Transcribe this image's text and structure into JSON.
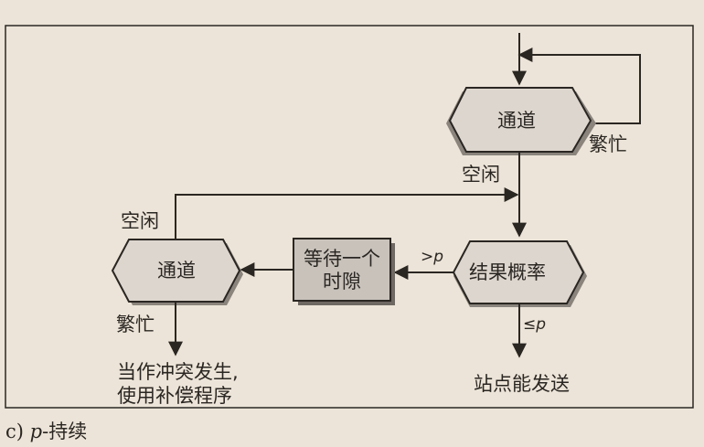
{
  "nodes": {
    "channel_top": "通道",
    "channel_left": "通道",
    "wait_slot_line1": "等待一个",
    "wait_slot_line2": "时隙",
    "result_prob": "结果概率"
  },
  "edges": {
    "busy_top": "繁忙",
    "idle_top": "空闲",
    "idle_left": "空闲",
    "busy_left": "繁忙",
    "gt_p": ">p",
    "le_p": "≤p"
  },
  "outcomes": {
    "collision_line1": "当作冲突发生,",
    "collision_line2": "使用补偿程序",
    "station_send": "站点能发送"
  },
  "caption": {
    "prefix": "c)",
    "variable": "p",
    "suffix": "-持续"
  },
  "colors": {
    "background": "#ece4d8",
    "hexagon_fill": "#ddd6ce",
    "box_fill": "#c8c2bb",
    "line": "#2a2622"
  }
}
